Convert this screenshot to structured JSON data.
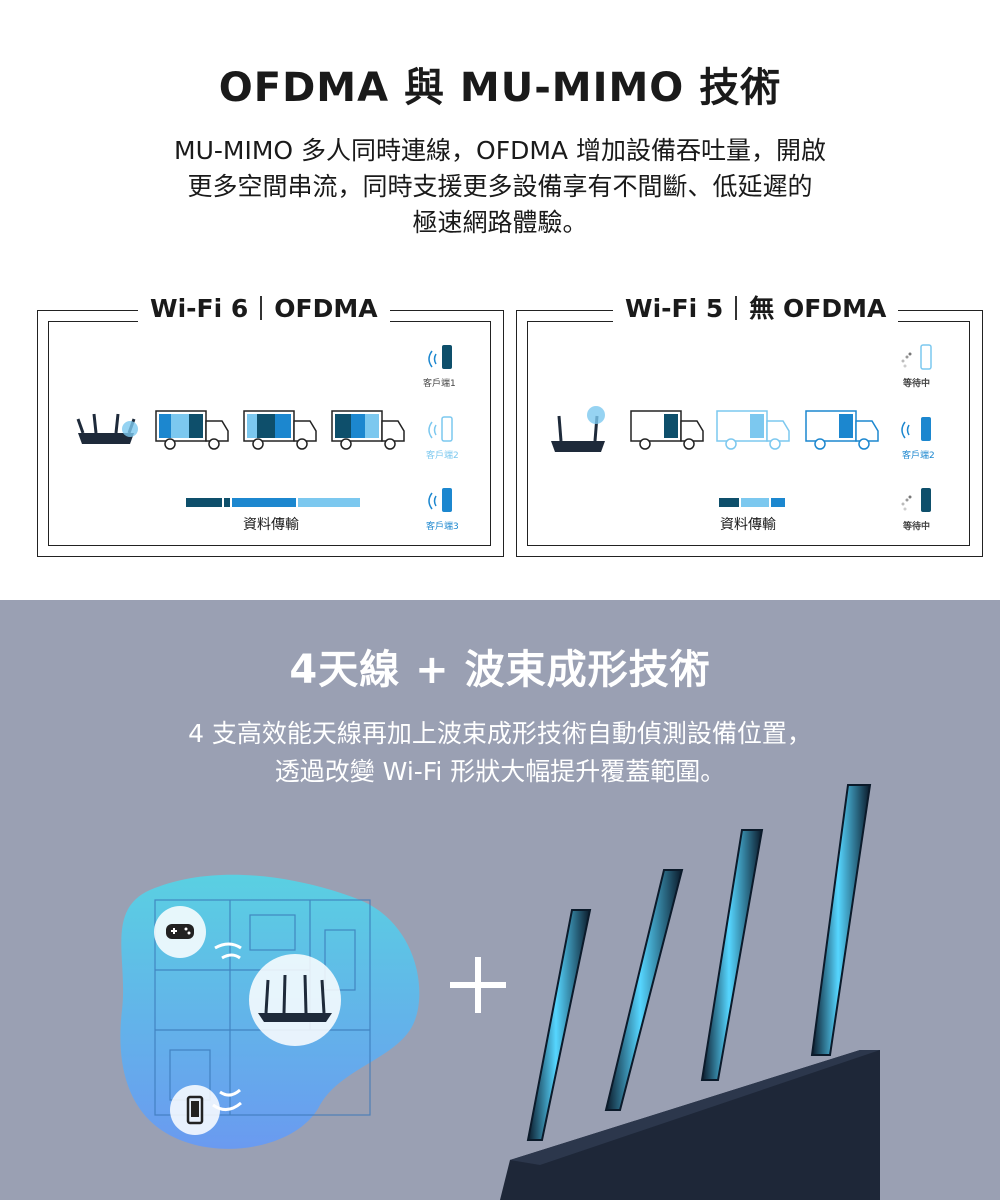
{
  "section1": {
    "title": "OFDMA 與 MU-MIMO 技術",
    "desc_lines": [
      "MU-MIMO 多人同時連線，OFDMA 增加設備吞吐量，開啟",
      "更多空間串流，同時支援更多設備享有不間斷、低延遲的",
      "極速網路體驗。"
    ]
  },
  "panel_wifi6": {
    "title_left": "Wi-Fi 6",
    "title_right": "OFDMA",
    "client1": "客戶端1",
    "client2": "客戶端2",
    "client3": "客戶端3",
    "data_label": "資料傳輸"
  },
  "panel_wifi5": {
    "title_left": "Wi-Fi 5",
    "title_right": "無 OFDMA",
    "waiting1": "等待中",
    "client2": "客戶端2",
    "waiting3": "等待中",
    "data_label": "資料傳輸"
  },
  "section2": {
    "title": "4天線 + 波束成形技術",
    "desc_lines": [
      "4 支高效能天線再加上波束成形技術自動偵測設備位置，",
      "透過改變 Wi-Fi 形狀大幅提升覆蓋範圍。"
    ]
  },
  "colors": {
    "dark_navy": "#0e4f6b",
    "mid_blue": "#1c87cf",
    "light_blue": "#7cc8ef",
    "bottom_bg": "#9aa0b3"
  },
  "icons": [
    "router-icon",
    "truck-icon",
    "phone-icon",
    "signal-icon",
    "gamepad-icon",
    "loading-icon",
    "plus-icon",
    "antenna-icon"
  ]
}
